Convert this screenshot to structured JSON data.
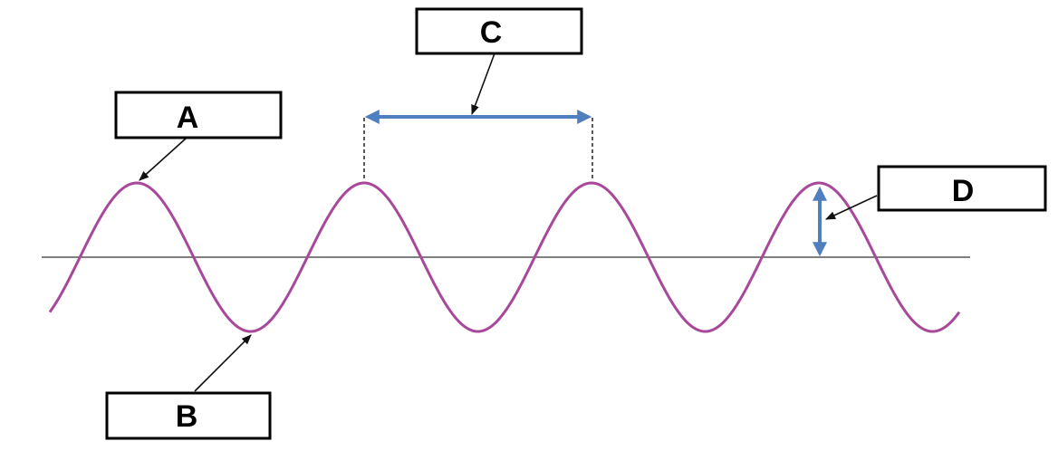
{
  "labels": {
    "a": "A",
    "b": "B",
    "c": "C",
    "d": "D"
  },
  "colors": {
    "wave": "#a8489b",
    "measure_arrow": "#4f7fbf",
    "axis": "#555555",
    "pointer": "#111111"
  }
}
